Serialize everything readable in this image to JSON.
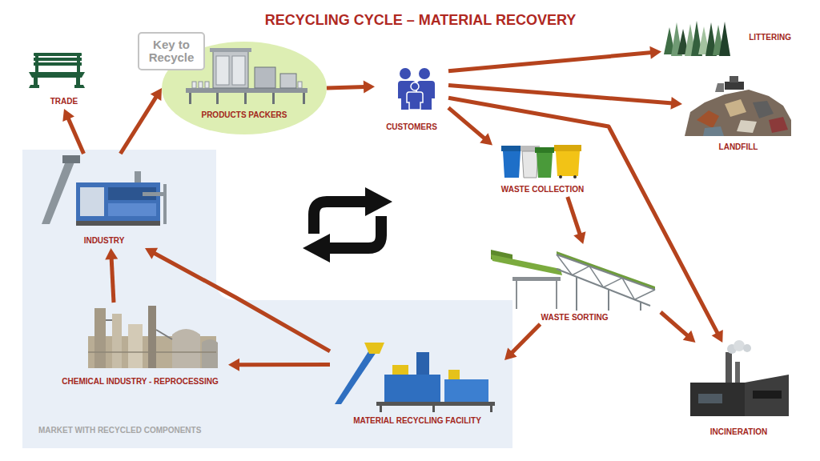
{
  "diagram": {
    "title": "RECYCLING CYCLE – MATERIAL RECOVERY",
    "nodes": [
      {
        "text": [
          "TRADE"
        ]
      },
      {
        "text": [
          "PRODUCTS PACKERS"
        ]
      },
      {
        "text": [
          "CUSTOMERS"
        ]
      },
      {
        "text": [
          "LITTERING"
        ]
      },
      {
        "text": [
          "LANDFILL"
        ]
      },
      {
        "text": [
          "WASTE COLLECTION"
        ]
      },
      {
        "text": [
          "MARKET WITH RECYCLED COMPONENTS"
        ]
      },
      {
        "text": [
          "INDUSTRY"
        ],
        "in": 6
      },
      {
        "text": [
          "WASTE SORTING"
        ]
      },
      {
        "text": [
          "CHEMICAL INDUSTRY - REPROCESSING"
        ],
        "in": 6
      },
      {
        "text": [
          "MATERIAL RECYCLING FACILITY"
        ],
        "in": 6
      },
      {
        "text": [
          "INCINERATION"
        ]
      }
    ],
    "edges": [
      {
        "from": 7,
        "to": 0,
        "arrow": "to"
      },
      {
        "from": 7,
        "to": 1,
        "arrow": "to"
      },
      {
        "from": 1,
        "to": 2,
        "arrow": "to"
      },
      {
        "from": 2,
        "to": 3,
        "arrow": "to"
      },
      {
        "from": 2,
        "to": 4,
        "arrow": "to"
      },
      {
        "from": 2,
        "to": 5,
        "arrow": "to"
      },
      {
        "from": 2,
        "to": 11,
        "arrow": "to"
      },
      {
        "from": 5,
        "to": 8,
        "arrow": "to"
      },
      {
        "from": 8,
        "to": 11,
        "arrow": "to"
      },
      {
        "from": 8,
        "to": 10,
        "arrow": "to"
      },
      {
        "from": 10,
        "to": 9,
        "arrow": "to"
      },
      {
        "from": 10,
        "to": 7,
        "arrow": "to"
      },
      {
        "from": 9,
        "to": 7,
        "arrow": "to"
      }
    ],
    "labels": [
      "Key to Recycle"
    ]
  }
}
